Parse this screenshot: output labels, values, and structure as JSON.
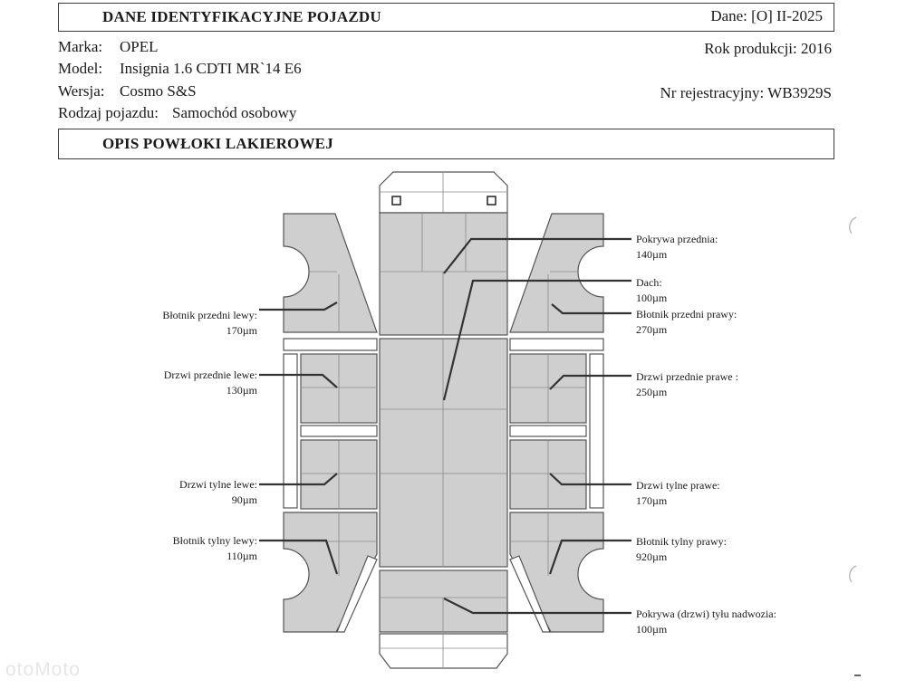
{
  "header": {
    "title": "DANE IDENTYFIKACYJNE POJAZDU",
    "date": "Dane: [O] II-2025"
  },
  "vehicle": {
    "make_label": "Marka:",
    "make_value": "OPEL",
    "model_label": "Model:",
    "model_value": "Insignia 1.6 CDTI MR`14 E6",
    "version_label": "Wersja:",
    "version_value": "Cosmo S&S",
    "type_label": "Rodzaj pojazdu:",
    "type_value": "Samochód osobowy",
    "year": "Rok produkcji: 2016",
    "registration": "Nr rejestracyjny: WB3929S"
  },
  "paint_section": {
    "title": "OPIS POWŁOKI LAKIEROWEJ"
  },
  "measurements": {
    "fender_front_left": {
      "name": "Błotnik przedni lewy:",
      "value": "170µm"
    },
    "door_front_left": {
      "name": "Drzwi przednie lewe:",
      "value": "130µm"
    },
    "door_rear_left": {
      "name": "Drzwi tylne lewe:",
      "value": "90µm"
    },
    "fender_rear_left": {
      "name": "Błotnik tylny lewy:",
      "value": "110µm"
    },
    "hood": {
      "name": "Pokrywa przednia:",
      "value": "140µm"
    },
    "roof": {
      "name": "Dach:",
      "value": "100µm"
    },
    "fender_front_right": {
      "name": "Błotnik przedni prawy:",
      "value": "270µm"
    },
    "door_front_right": {
      "name": "Drzwi przednie prawe :",
      "value": "250µm"
    },
    "door_rear_right": {
      "name": "Drzwi tylne prawe:",
      "value": "170µm"
    },
    "fender_rear_right": {
      "name": "Błotnik tylny prawy:",
      "value": "920µm"
    },
    "tailgate": {
      "name": "Pokrywa (drzwi) tyłu nadwozia:",
      "value": "100µm"
    }
  },
  "watermark": "otoMoto",
  "colors": {
    "panel_fill": "#cfcfcf",
    "panel_stroke": "#555555",
    "leader": "#333333"
  }
}
